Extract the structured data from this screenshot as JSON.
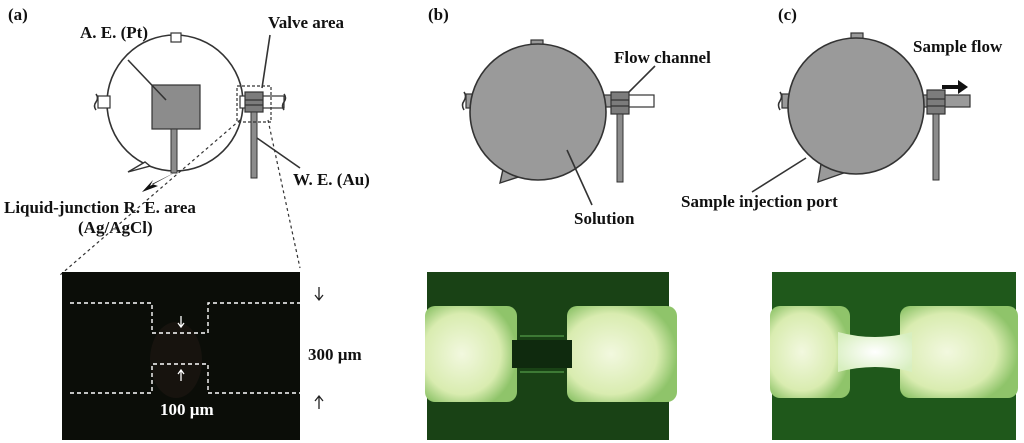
{
  "panels": [
    {
      "tag": "(a)"
    },
    {
      "tag": "(b)"
    },
    {
      "tag": "(c)"
    }
  ],
  "panel_a": {
    "label_ae": "A. E. (Pt)",
    "label_valve": "Valve area",
    "label_we": "W. E. (Au)",
    "label_re_line1": "Liquid-junction R. E. area",
    "label_re_line2": "(Ag/AgCl)",
    "dim_300": "300 µm",
    "dim_100": "100 µm"
  },
  "panel_b": {
    "label_channel": "Flow channel",
    "label_solution": "Solution"
  },
  "panel_c": {
    "label_flow": "Sample flow",
    "label_port": "Sample injection port"
  },
  "colors": {
    "chamber_fill": "#9a9a9a",
    "electrode_fill": "#8c8c8c",
    "micro_bg": "#0b0d08",
    "micro_glow": "#e6f2c8",
    "micro_green": "#1f5a1c"
  }
}
